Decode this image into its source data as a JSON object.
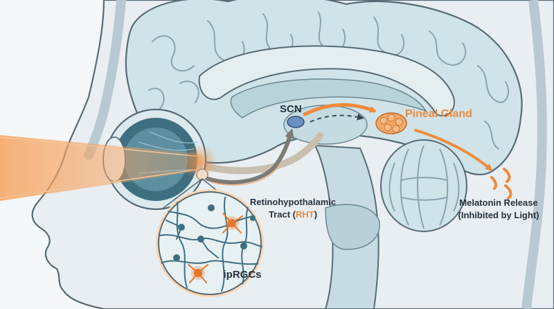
{
  "labels": {
    "scn": "SCN",
    "pineal": "Pineal Gland",
    "rht_line1": "Retinohypothalamic",
    "rht_line2_prefix": "Tract (",
    "rht_abbrev": "RHT",
    "rht_line2_suffix": ")",
    "melatonin_line1": "Melatonin Release",
    "melatonin_line2": "(Inhibited by Light)",
    "iprgc": "ipRGCs"
  },
  "colors": {
    "accent_orange": "#ef8a3a",
    "text_dark": "#26323c",
    "brain_fill": "#cfe3e8",
    "brain_outline": "#566a75",
    "skin_fill": "#e9eef2",
    "inset_fill": "#e7f1f3",
    "neuron_blue": "#3e6f80"
  }
}
